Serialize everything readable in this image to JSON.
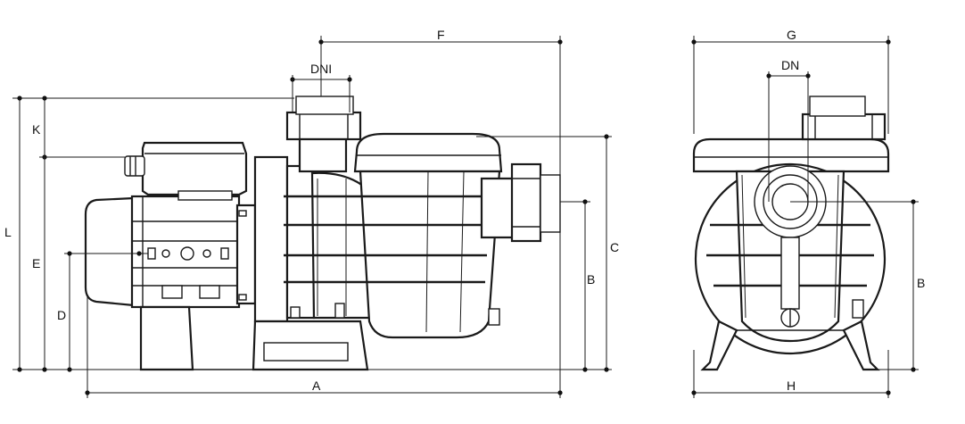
{
  "labels": {
    "A": "A",
    "B_side": "B",
    "C": "C",
    "D": "D",
    "E": "E",
    "F": "F",
    "K": "K",
    "L": "L",
    "DNI": "DNI",
    "G": "G",
    "DN": "DN",
    "B_front": "B",
    "H": "H"
  }
}
